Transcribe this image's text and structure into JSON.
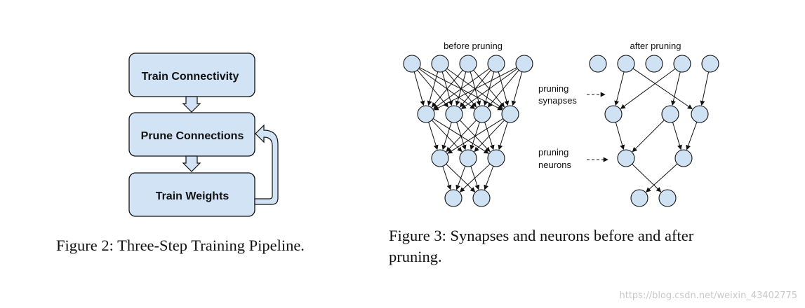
{
  "figure2": {
    "steps": [
      "Train Connectivity",
      "Prune Connections",
      "Train Weights"
    ],
    "caption": "Figure 2: Three-Step Training Pipeline."
  },
  "figure3": {
    "before_label": "before pruning",
    "after_label": "after pruning",
    "pruning_synapses_line1": "pruning",
    "pruning_synapses_line2": "synapses",
    "pruning_neurons_line1": "pruning",
    "pruning_neurons_line2": "neurons",
    "caption_line1": "Figure 3: Synapses and neurons before and after",
    "caption_line2": "pruning."
  },
  "watermark": "https://blog.csdn.net/weixin_43402775",
  "colors": {
    "box_fill": "#d2e3f6",
    "node_fill": "#cfe2f3",
    "stroke": "#111111"
  }
}
